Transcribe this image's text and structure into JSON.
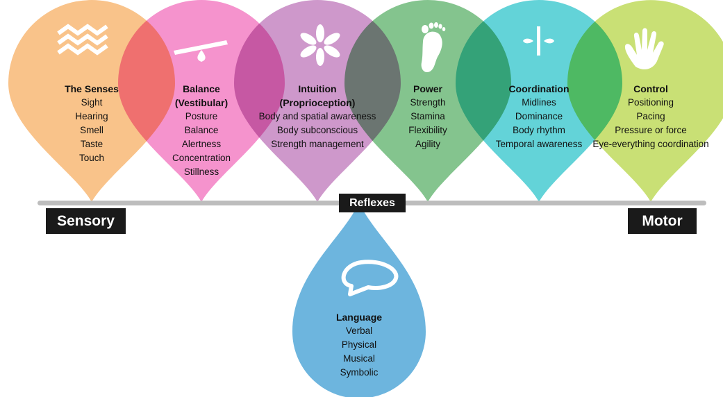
{
  "colors": {
    "senses": "#F9C38A",
    "balance": "#F593CD",
    "intuition": "#CE98CB",
    "power": "#84C48E",
    "coordination": "#63D3D8",
    "control": "#C9E075",
    "language": "#6DB5DE",
    "axis": "#BDBDBD",
    "label_bg": "#1A1A1A"
  },
  "categories": [
    {
      "key": "senses",
      "icon": "waves-icon",
      "title": "The Senses",
      "items": [
        "Sight",
        "Hearing",
        "Smell",
        "Taste",
        "Touch"
      ]
    },
    {
      "key": "balance",
      "icon": "seesaw-icon",
      "title": "Balance\n(Vestibular)",
      "items": [
        "Posture",
        "Balance",
        "Alertness",
        "Concentration",
        "Stillness"
      ]
    },
    {
      "key": "intuition",
      "icon": "asterisk-icon",
      "title": "Intuition\n(Proprioception)",
      "items": [
        "Body and spatial awareness",
        "Body subconscious",
        "Strength management"
      ]
    },
    {
      "key": "power",
      "icon": "footprint-icon",
      "title": "Power",
      "items": [
        "Strength",
        "Stamina",
        "Flexibility",
        "Agility"
      ]
    },
    {
      "key": "coordination",
      "icon": "midline-icon",
      "title": "Coordination",
      "items": [
        "Midlines",
        "Dominance",
        "Body rhythm",
        "Temporal awareness"
      ]
    },
    {
      "key": "control",
      "icon": "hand-icon",
      "title": "Control",
      "items": [
        "Positioning",
        "Pacing",
        "Pressure or force",
        "Eye-everything coordination"
      ]
    }
  ],
  "language": {
    "icon": "speech-bubble-icon",
    "title": "Language",
    "items": [
      "Verbal",
      "Physical",
      "Musical",
      "Symbolic"
    ]
  },
  "axis": {
    "left_label": "Sensory",
    "center_label": "Reflexes",
    "right_label": "Motor"
  }
}
